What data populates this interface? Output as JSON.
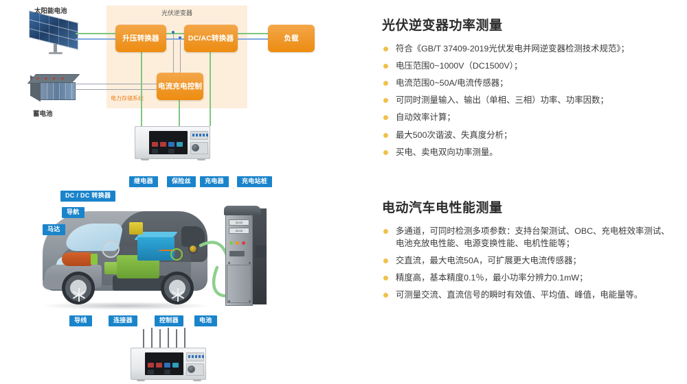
{
  "pv_diagram": {
    "zone_title": "光伏逆变器",
    "zone_sub": "电力存储系统",
    "solar_label": "太阳能电池",
    "battery_label": "蓄电池",
    "boxes": {
      "boost": "升压转换器",
      "dcac": "DC/AC转换器",
      "load": "负载",
      "charge": "电流充电控制"
    },
    "colors": {
      "zone_bg": "#fdeedc",
      "box_orange": "#ef9a30",
      "wire_green": "#7dc67d",
      "wire_blue": "#7fa9e0",
      "wire_gray": "#9aa0a6",
      "node_dot": "#2f6fba"
    }
  },
  "ev_diagram": {
    "labels_top": [
      "继电器",
      "保险丝",
      "充电器",
      "充电站桩"
    ],
    "labels_left": [
      "DC / DC 转换器",
      "导航",
      "马达"
    ],
    "labels_bottom": [
      "导线",
      "连接器",
      "控制器",
      "电池"
    ],
    "station_display": [
      "00:00",
      "00:00"
    ],
    "colors": {
      "label_bg": "#1a84cb",
      "leader_line": "#8cc63f",
      "cable": "#8ed08e"
    }
  },
  "sections": [
    {
      "title": "光伏逆变器功率测量",
      "bullets": [
        "符合《GB/T 37409-2019光伏发电并网逆变器检测技术规范》；",
        "电压范围0~1000V（DC1500V）；",
        "电流范围0~50A/电流传感器；",
        "可同时测量输入、输出（单相、三相）功率、功率因数；",
        "自动效率计算；",
        "最大500次谐波、失真度分析；",
        "买电、卖电双向功率测量。"
      ]
    },
    {
      "title": "电动汽车电性能测量",
      "bullets": [
        "多通道，可同时检测多项参数：支持台架测试、OBC、充电桩效率测试、电池充放电性能、电源变换性能、电机性能等；",
        "交直流，最大电流50A，可扩展更大电流传感器；",
        "精度高，基本精度0.1％，最小功率分辨力0.1mW；",
        "可测量交流、直流信号的瞬时有效值、平均值、峰值，电能量等。"
      ]
    }
  ],
  "theme": {
    "bullet_color": "#f0c04a",
    "title_color": "#2b2b2b",
    "body_color": "#3a3a3a",
    "page_bg": "#ffffff"
  }
}
